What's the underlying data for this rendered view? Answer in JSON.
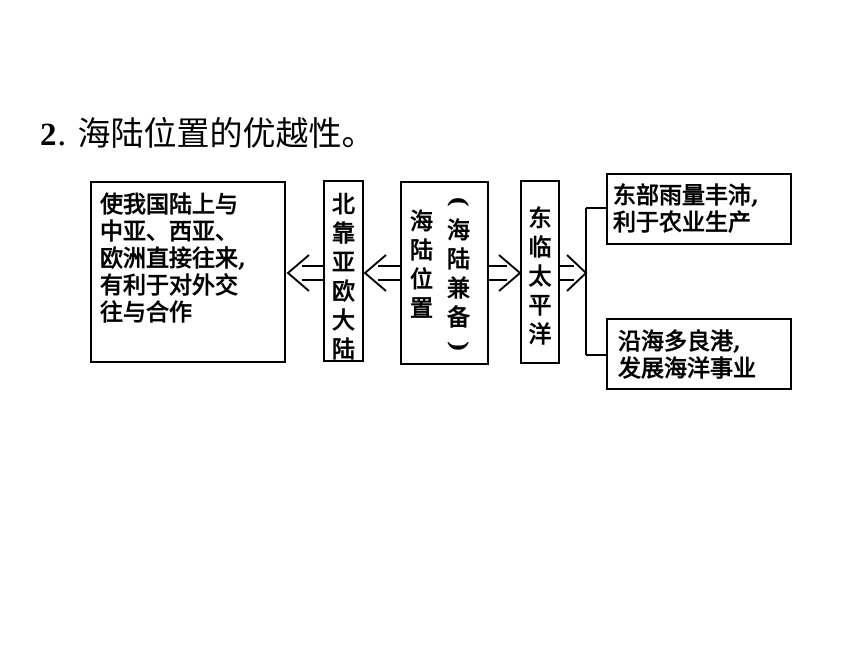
{
  "heading": {
    "number": "2",
    "text": ". 海陆位置的优越性。"
  },
  "left_box": {
    "lines": [
      "使我国陆上与",
      "中亚、西亚、",
      "欧洲直接往来,",
      "有利于对外交",
      "往与合作"
    ]
  },
  "north_box": {
    "chars": [
      "北",
      "靠",
      "亚",
      "欧",
      "大",
      "陆"
    ]
  },
  "center_box": {
    "main_chars": [
      "海",
      "陆",
      "位",
      "置"
    ],
    "paren_chars": [
      "(",
      "海",
      "陆",
      "兼",
      "备",
      ")"
    ]
  },
  "east_box": {
    "chars": [
      "东",
      "临",
      "太",
      "平",
      "洋"
    ]
  },
  "right_top_box": {
    "lines": [
      "东部雨量丰沛,",
      "利于农业生产"
    ]
  },
  "right_bottom_box": {
    "lines": [
      "沿海多良港,",
      "发展海洋事业"
    ]
  }
}
